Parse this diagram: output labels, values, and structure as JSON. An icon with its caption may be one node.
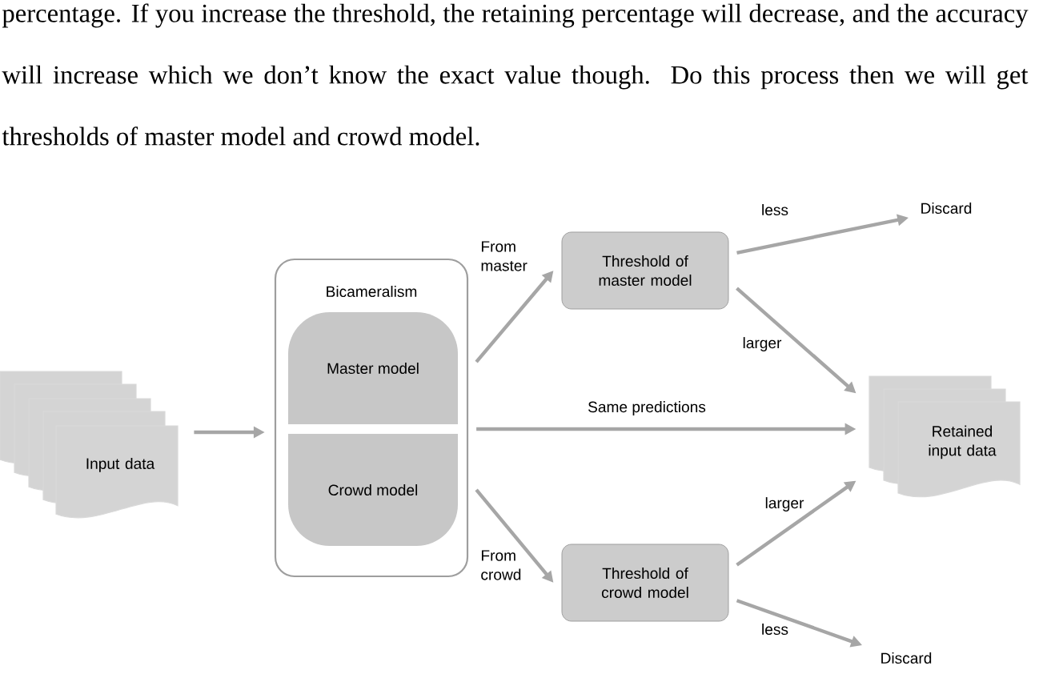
{
  "diagram": {
    "nodes": [
      {
        "text": [
          "Input data"
        ]
      },
      {
        "text": [
          "Bicameralism"
        ]
      },
      {
        "text": [
          "Master model"
        ],
        "in": 1
      },
      {
        "text": [
          "Crowd model"
        ],
        "in": 1
      },
      {
        "text": [
          "Threshold of master model"
        ]
      },
      {
        "text": [
          "Threshold of crowd model"
        ]
      },
      {
        "text": [
          "Retained input data"
        ]
      },
      {
        "text": [
          "Discard"
        ]
      },
      {
        "text": [
          "Discard"
        ]
      }
    ],
    "edges": [
      {
        "from": 0,
        "to": 1,
        "arrow": "to"
      },
      {
        "from": 1,
        "to": 4,
        "arrow": "to",
        "label": "From master"
      },
      {
        "from": 1,
        "to": 6,
        "arrow": "to",
        "label": "Same predictions"
      },
      {
        "from": 1,
        "to": 5,
        "arrow": "to",
        "label": "From crowd"
      },
      {
        "from": 4,
        "to": 7,
        "arrow": "to",
        "label": "less"
      },
      {
        "from": 4,
        "to": 6,
        "arrow": "to",
        "label": "larger"
      },
      {
        "from": 5,
        "to": 6,
        "arrow": "to",
        "label": "larger"
      },
      {
        "from": 5,
        "to": 8,
        "arrow": "to",
        "label": "less"
      }
    ],
    "labels": [
      "percentage. If you increase the threshold, the retaining percentage will decrease, and the accuracy will increase which we don’t know the exact value though. Do this process then we will get thresholds of master model and crowd model."
    ]
  }
}
